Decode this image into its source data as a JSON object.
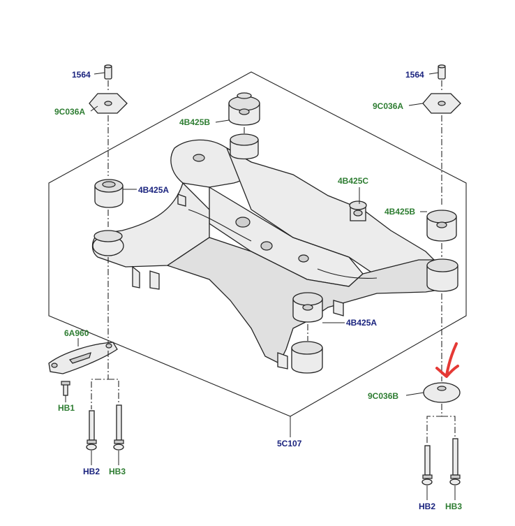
{
  "labels": {
    "pin_left": "1564",
    "pin_right": "1564",
    "plate_left": "9C036A",
    "plate_right": "9C036A",
    "bush_top": "4B425B",
    "bush_left": "4B425A",
    "bush_mid": "4B425C",
    "bush_right": "4B425B",
    "bush_front": "4B425A",
    "bracket": "6A960",
    "washer": "9C036B",
    "crossmember": "5C107",
    "hb1": "HB1",
    "hb2_left": "HB2",
    "hb3_left": "HB3",
    "hb2_right": "HB2",
    "hb3_right": "HB3"
  },
  "colors": {
    "label_blue": "#1a237e",
    "label_green": "#2e7d32",
    "annotation_red": "#e53935"
  }
}
